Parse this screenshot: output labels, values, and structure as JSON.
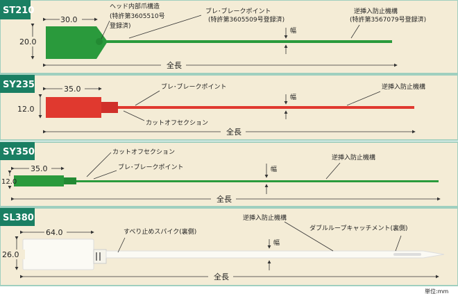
{
  "unit_note": "単位:mm",
  "common": {
    "total_length": "全長",
    "width": "幅"
  },
  "colors": {
    "panel_bg": "#f4ecd6",
    "frame": "#9fcfbf",
    "label_bg": "#1a7f63",
    "green": "#2a9a3c",
    "red": "#e0392f",
    "white": "#fbfaf4"
  },
  "products": [
    {
      "model": "ST210",
      "head_length": "30.0",
      "head_height": "20.0",
      "annotations": [
        "ヘッド内部爪構造",
        "(特許第3605510号",
        "登録済)",
        "ブレ･ブレークポイント",
        "(特許第3605509号登録済)",
        "逆挿入防止機構",
        "(特許第3567079号登録済)"
      ]
    },
    {
      "model": "SY235",
      "head_length": "35.0",
      "head_height": "12.0",
      "annotations": [
        "ブレ･ブレークポイント",
        "逆挿入防止機構",
        "カットオフセクション"
      ]
    },
    {
      "model": "SY350",
      "head_length": "35.0",
      "head_height": "12.0",
      "annotations": [
        "カットオフセクション",
        "ブレ･ブレークポイント",
        "逆挿入防止機構"
      ]
    },
    {
      "model": "SL380",
      "head_length": "64.0",
      "head_height": "26.0",
      "annotations": [
        "すべり止めスパイク(裏側)",
        "逆挿入防止機構",
        "ダブルループキャッチメント(裏側)"
      ]
    }
  ]
}
